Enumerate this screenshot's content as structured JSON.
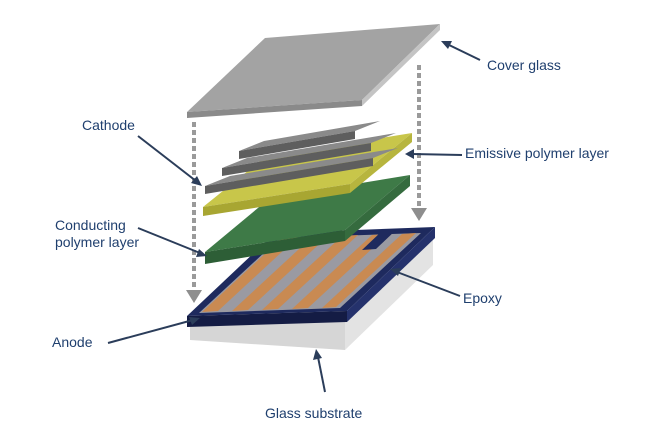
{
  "labels": {
    "cover_glass": "Cover glass",
    "cathode": "Cathode",
    "emissive_layer": "Emissive polymer layer",
    "conducting_layer": "Conducting\npolymer layer",
    "epoxy": "Epoxy",
    "anode": "Anode",
    "glass_substrate": "Glass substrate"
  },
  "colors": {
    "text": "#1f3f6e",
    "leader": "#2b3d5a",
    "cover_glass": "#9c9c9c",
    "cathode": "#7a7a7a",
    "emissive": "#c8c64a",
    "conducting": "#3e7a47",
    "anode": "#c98a52",
    "epoxy": "#1e2a5e",
    "substrate": "#e8e8e8",
    "arrow": "#8e8e8e"
  }
}
